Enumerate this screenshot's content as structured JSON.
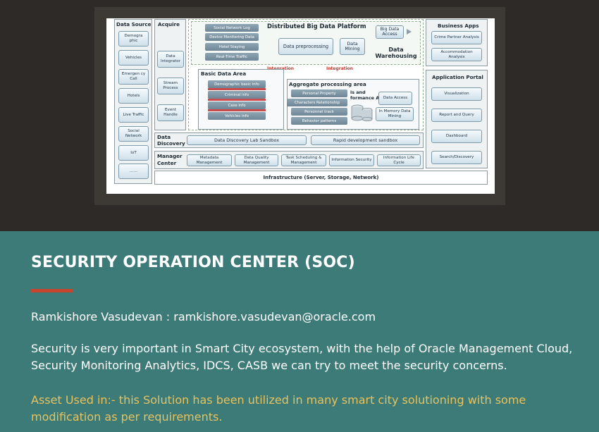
{
  "slide": {
    "title": "SECURITY OPERATION CENTER (SOC)",
    "author": "Ramkishore Vasudevan : ramkishore.vasudevan@oracle.com",
    "description": "Security is very important in Smart City ecosystem, with the help of Oracle Management Cloud, Security Monitoring Analytics, IDCS, CASB we can try to meet the security concerns.",
    "asset_note": "Asset Used in:- this Solution has been utilized in many smart city solutioning with some modification as per requirements."
  },
  "diagram": {
    "data_source": {
      "title": "Data Source",
      "items": [
        "Demogra phic",
        "Vehicles",
        "Emergen cy Call",
        "Hotels",
        "Live Traffic",
        "Social Network",
        "IoT",
        "……"
      ]
    },
    "acquire": {
      "title": "Acquire",
      "items": [
        "Data Integrator",
        "Stream Process",
        "Event Handle"
      ]
    },
    "platform": {
      "title": "Distributed Big Data Platform",
      "sources": [
        "Social Network Log",
        "Device Monitoring Data",
        "Hotel Staying",
        "Real-Time Traffic"
      ],
      "preprocessing": "Data preprocessing",
      "mining": "Data Mining",
      "big_data_access": "Big Data Access",
      "warehousing": "Data Warehousing",
      "integration_left": "Integration",
      "integration_right": "Integration"
    },
    "basic_area": {
      "title": "Basic Data Area",
      "items": [
        "Demographic basic info",
        "Criminal info",
        "Case  info",
        "Vehicles info"
      ]
    },
    "aggregate_area": {
      "title": "Aggregate processing area",
      "items": [
        "Personal Property",
        "Characters Relationship",
        "Personnel track",
        "Behavior patterns"
      ],
      "partial_label": "is and\nformance Area",
      "data_access": "Data Access",
      "in_memory": "In Memory Data Mining"
    },
    "business_apps": {
      "title": "Business Apps",
      "items": [
        "Crime Partner Analysis",
        "Accommodation Analysis"
      ]
    },
    "application_portal": {
      "title": "Application Portal",
      "items": [
        "Visualization",
        "Report and Query",
        "Dashboard",
        "Search/Discovery"
      ]
    },
    "data_discovery": {
      "title": "Data Discovery",
      "items": [
        "Data Discovery Lab Sandbox",
        "Rapid development sandbox"
      ]
    },
    "manager_center": {
      "title": "Manager Center",
      "items": [
        "Metadata Management",
        "Data Quality Management",
        "Task Scheduling & Management",
        "Information Security",
        "Information Life Cycle"
      ]
    },
    "infrastructure": "Infrastructure (Server, Storage, Network)"
  },
  "colors": {
    "top_background": "#2e2a27",
    "bottom_background": "#3d7b79",
    "accent_rule": "#c7452f",
    "asset_text": "#e8c25c"
  }
}
